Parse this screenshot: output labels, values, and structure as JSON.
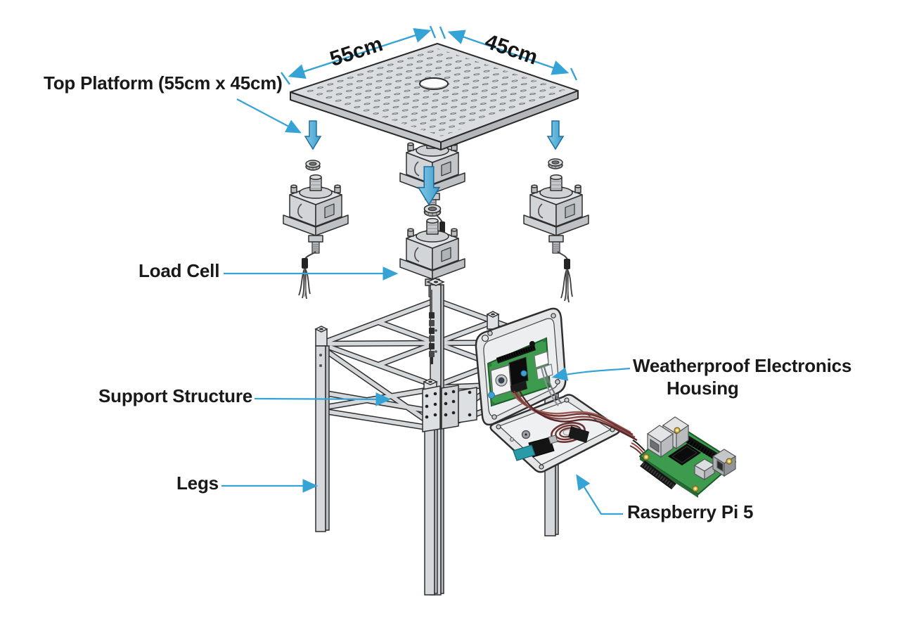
{
  "diagram": {
    "labels": {
      "top_platform": "Top Platform (55cm x 45cm)",
      "load_cell": "Load Cell",
      "support_structure": "Support Structure",
      "legs": "Legs",
      "housing_line1": "Weatherproof Electronics",
      "housing_line2": "Housing",
      "raspberry_pi": "Raspberry Pi 5"
    },
    "dimensions": {
      "platform_width": "55cm",
      "platform_depth": "45cm"
    },
    "colors": {
      "accent_blue": "#35A3D6",
      "text": "#191919",
      "metal_light": "#e0e3e5",
      "metal_mid": "#d2d5d8",
      "metal_dark": "#b8bcbf",
      "outline": "#2f2f2f",
      "pcb_green": "#3d9b4d",
      "wire_maroon": "#7a3a3a"
    }
  }
}
